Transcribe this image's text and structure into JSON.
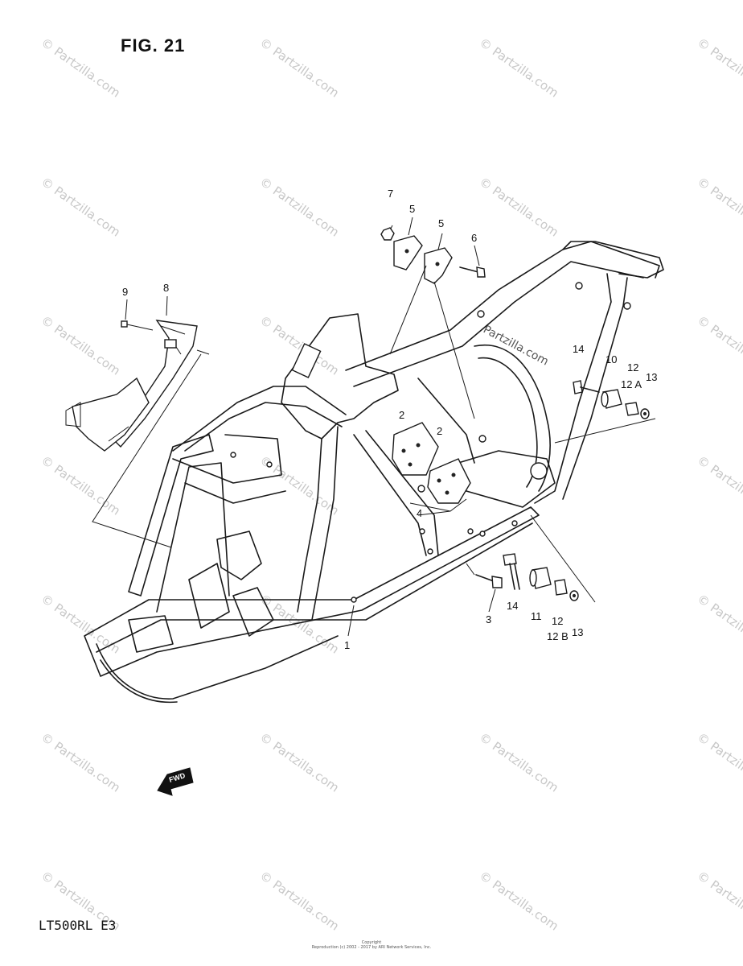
{
  "figure": {
    "title": "FIG. 21",
    "model_code": "LT500RL  E3",
    "copyright_line1": "Copyright",
    "copyright_line2": "Reproduction (c) 2002 - 2017 by ARI Network Services, Inc.",
    "watermark": "© Partzilla.com",
    "center_watermark": "Partzilla.com",
    "fwd_label": "FWD"
  },
  "callouts": [
    {
      "id": "c7",
      "label": "7"
    },
    {
      "id": "c5a",
      "label": "5"
    },
    {
      "id": "c5b",
      "label": "5"
    },
    {
      "id": "c6",
      "label": "6"
    },
    {
      "id": "c9",
      "label": "9"
    },
    {
      "id": "c8",
      "label": "8"
    },
    {
      "id": "c14a",
      "label": "14"
    },
    {
      "id": "c10",
      "label": "10"
    },
    {
      "id": "c12a",
      "label": "12"
    },
    {
      "id": "c12A",
      "label": "12 A"
    },
    {
      "id": "c13a",
      "label": "13"
    },
    {
      "id": "c2a",
      "label": "2"
    },
    {
      "id": "c2b",
      "label": "2"
    },
    {
      "id": "c4",
      "label": "4"
    },
    {
      "id": "c14b",
      "label": "14"
    },
    {
      "id": "c11",
      "label": "11"
    },
    {
      "id": "c12b",
      "label": "12"
    },
    {
      "id": "c12B",
      "label": "12 B"
    },
    {
      "id": "c13b",
      "label": "13"
    },
    {
      "id": "c3",
      "label": "3"
    },
    {
      "id": "c1",
      "label": "1"
    }
  ]
}
